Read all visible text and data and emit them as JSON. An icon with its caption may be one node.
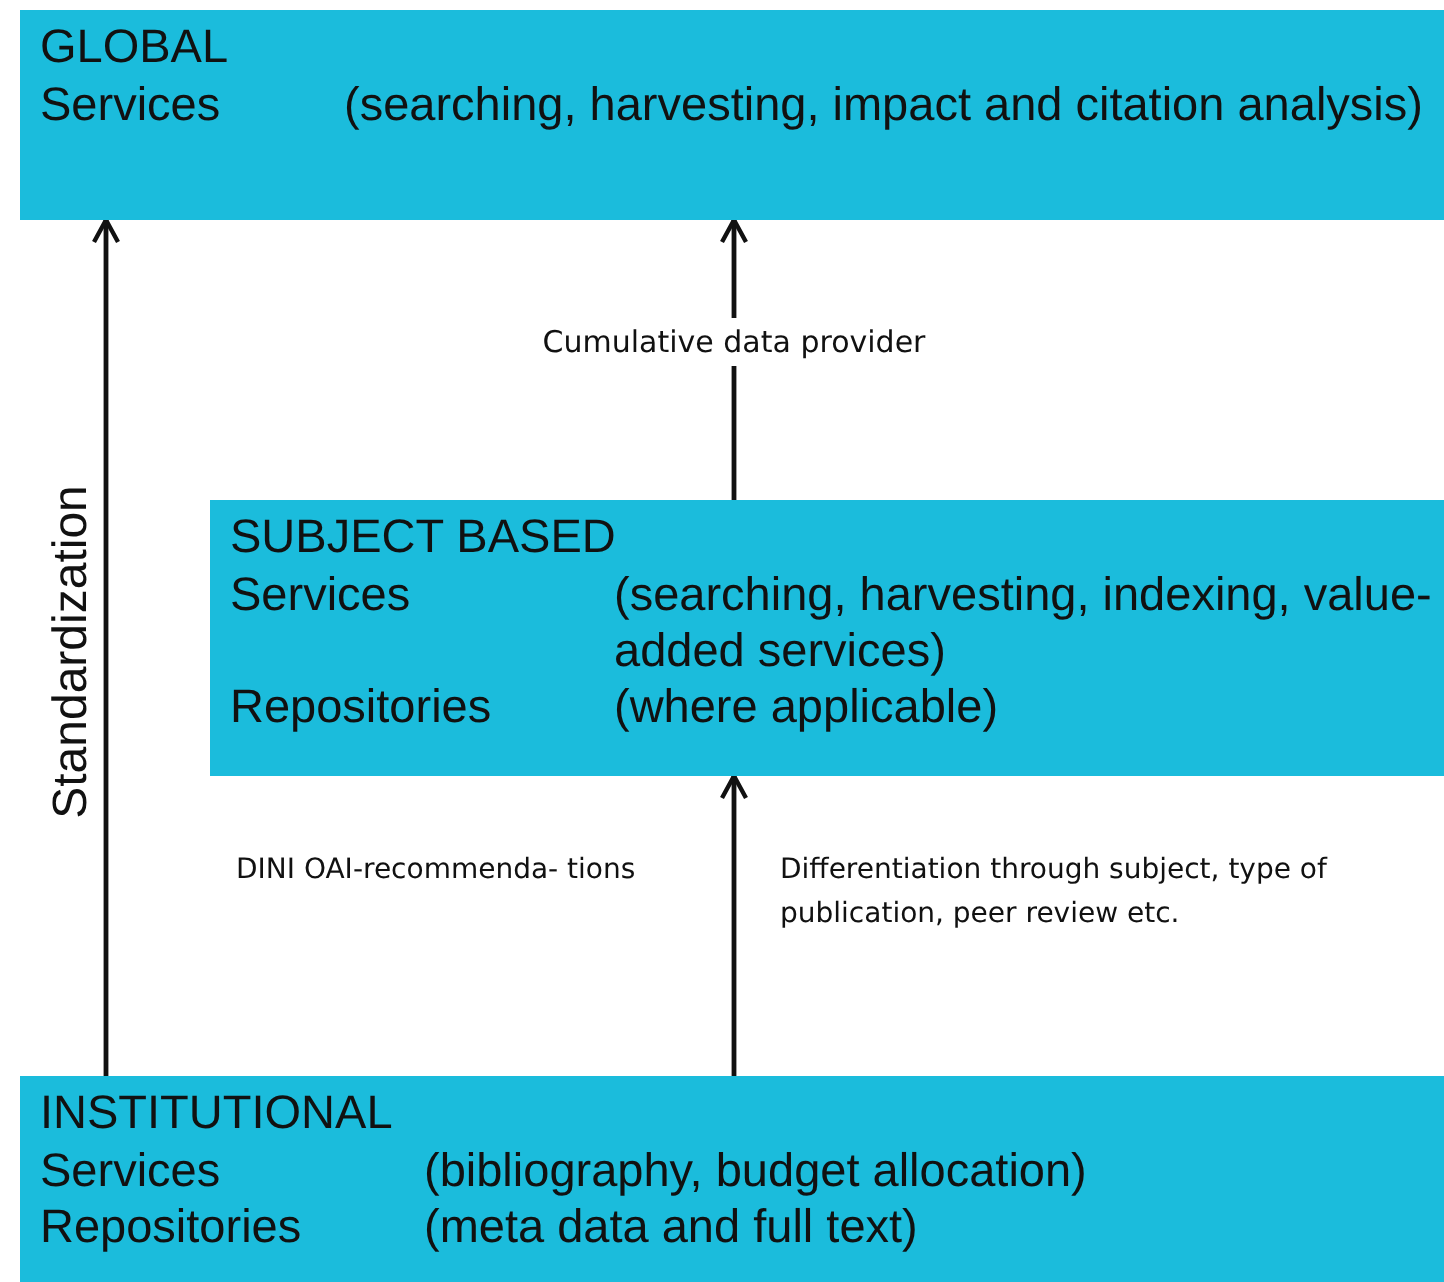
{
  "diagram": {
    "nodes": [
      {
        "text": [
          "GLOBAL",
          "Services",
          "(searching, harvesting, impact and citation analysis)"
        ]
      },
      {
        "text": [
          "SUBJECT BASED",
          "Services",
          "(searching, harvesting, indexing, value-added services)",
          "Repositories",
          "(where applicable)"
        ]
      },
      {
        "text": [
          "INSTITUTIONAL",
          "Services",
          "(bibliography, budget allocation)",
          "Repositories",
          "(meta data and full text)"
        ]
      }
    ],
    "edges": [
      {
        "from": 2,
        "to": 0,
        "arrow": "to",
        "label": "Standardization"
      },
      {
        "from": 1,
        "to": 0,
        "arrow": "to",
        "label": "Cumulative data provider"
      },
      {
        "from": 2,
        "to": 1,
        "arrow": "to"
      }
    ],
    "labels": [
      "DINI OAI-recommenda- tions",
      "Differentiation through subject, type of publication, peer review etc."
    ]
  }
}
